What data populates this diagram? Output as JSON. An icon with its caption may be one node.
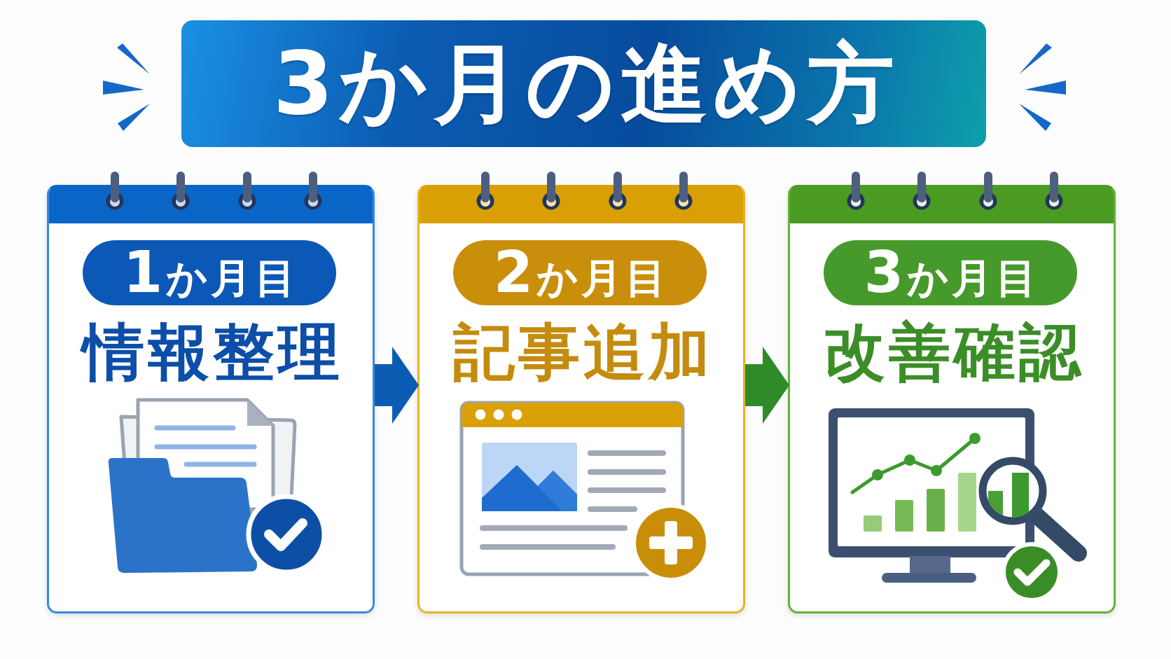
{
  "diagram": {
    "title": "3か月の進め方",
    "nodes": [
      {
        "text": [
          "情報整理"
        ]
      },
      {
        "text": [
          "1か月目"
        ],
        "in": 0
      },
      {
        "text": [
          "記事追加"
        ]
      },
      {
        "text": [
          "2か月目"
        ],
        "in": 2
      },
      {
        "text": [
          "改善確認"
        ]
      },
      {
        "text": [
          "3か月目"
        ],
        "in": 4
      }
    ],
    "edges": [
      {
        "from": 0,
        "to": 2,
        "arrow": "to",
        "color": "#0b5db3"
      },
      {
        "from": 2,
        "to": 4,
        "arrow": "to",
        "color": "#2f8b28"
      }
    ]
  }
}
